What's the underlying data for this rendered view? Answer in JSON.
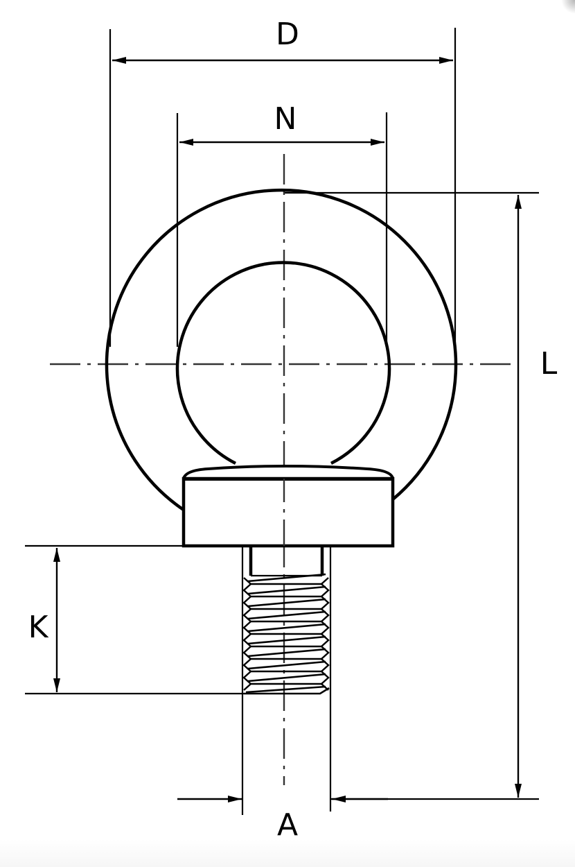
{
  "title": "Eye bolt dimension drawing",
  "colors": {
    "stroke": "#000000",
    "background": "#ffffff",
    "footer_fade": "#f6f6f6"
  },
  "dimensions": {
    "D": {
      "label": "D",
      "meaning": "outer ring diameter"
    },
    "N": {
      "label": "N",
      "meaning": "inner ring diameter"
    },
    "L": {
      "label": "L",
      "meaning": "overall length"
    },
    "K": {
      "label": "K",
      "meaning": "thread length"
    },
    "A": {
      "label": "A",
      "meaning": "thread diameter"
    }
  },
  "labels": [
    "D",
    "N",
    "L",
    "K",
    "A"
  ]
}
